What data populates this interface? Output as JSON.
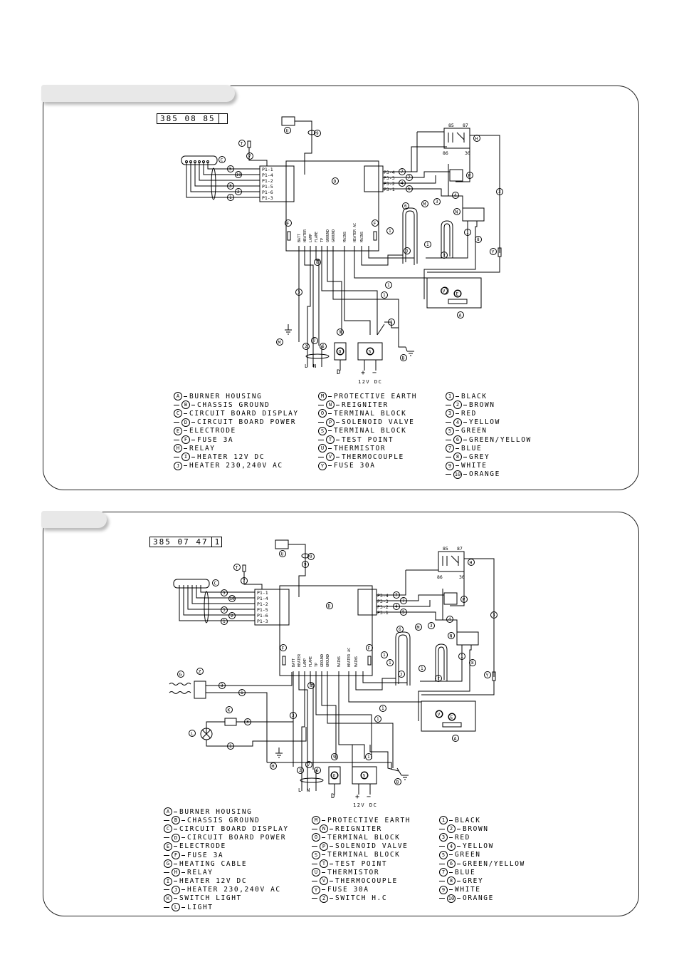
{
  "diagrams": [
    {
      "part_number": [
        "385 08 85",
        ""
      ],
      "components": [
        {
          "letter": "A",
          "label": "BURNER HOUSING"
        },
        {
          "letter": "B",
          "label": "CHASSIS GROUND"
        },
        {
          "letter": "C",
          "label": "CIRCUIT BOARD DISPLAY"
        },
        {
          "letter": "D",
          "label": "CIRCUIT BOARD POWER"
        },
        {
          "letter": "E",
          "label": "ELECTRODE"
        },
        {
          "letter": "F",
          "label": "FUSE 3A"
        },
        {
          "letter": "H",
          "label": "RELAY"
        },
        {
          "letter": "I",
          "label": "HEATER 12V DC"
        },
        {
          "letter": "J",
          "label": "HEATER 230,240V AC"
        }
      ],
      "components2": [
        {
          "letter": "M",
          "label": "PROTECTIVE EARTH"
        },
        {
          "letter": "N",
          "label": "REIGNITER"
        },
        {
          "letter": "O",
          "label": "TERMINAL BLOCK"
        },
        {
          "letter": "P",
          "label": "SOLENOID VALVE"
        },
        {
          "letter": "S",
          "label": "TERMINAL BLOCK"
        },
        {
          "letter": "T",
          "label": "TEST POINT"
        },
        {
          "letter": "U",
          "label": "THERMISTOR"
        },
        {
          "letter": "V",
          "label": "THERMOCOUPLE"
        },
        {
          "letter": "Y",
          "label": "FUSE 30A"
        }
      ],
      "colors": [
        {
          "num": "1",
          "label": "BLACK"
        },
        {
          "num": "2",
          "label": "BROWN"
        },
        {
          "num": "3",
          "label": "RED"
        },
        {
          "num": "4",
          "label": "YELLOW"
        },
        {
          "num": "5",
          "label": "GREEN"
        },
        {
          "num": "6",
          "label": "GREEN/YELLOW"
        },
        {
          "num": "7",
          "label": "BLUE"
        },
        {
          "num": "8",
          "label": "GREY"
        },
        {
          "num": "9",
          "label": "WHITE"
        },
        {
          "num": "10",
          "label": "ORANGE"
        }
      ],
      "connectors_p1": [
        "P1-1",
        "P1-4",
        "P1-2",
        "P1-5",
        "P1-6",
        "P1-3"
      ],
      "connectors_p3": [
        "P3-4",
        "P3-3",
        "P3-2",
        "P3-1"
      ],
      "relay_pins": [
        "85",
        "87",
        "86",
        "30"
      ],
      "board_terminals": [
        "BATT",
        "HEATER",
        "LAMP",
        "FLAME",
        "TP",
        "GROUND",
        "GROUND",
        "MAINS",
        "HEATER AC",
        "MAINS"
      ],
      "supply_label": "12V DC",
      "plus": "+",
      "minus": "−",
      "ac_L": "L",
      "ac_N": "N"
    },
    {
      "part_number": [
        "385 07 47",
        "1"
      ],
      "components": [
        {
          "letter": "A",
          "label": "BURNER HOUSING"
        },
        {
          "letter": "B",
          "label": "CHASSIS GROUND"
        },
        {
          "letter": "C",
          "label": "CIRCUIT BOARD DISPLAY"
        },
        {
          "letter": "D",
          "label": "CIRCUIT BOARD POWER"
        },
        {
          "letter": "E",
          "label": "ELECTRODE"
        },
        {
          "letter": "F",
          "label": "FUSE 3A"
        },
        {
          "letter": "G",
          "label": "HEATING CABLE"
        },
        {
          "letter": "H",
          "label": "RELAY"
        },
        {
          "letter": "I",
          "label": "HEATER 12V DC"
        },
        {
          "letter": "J",
          "label": "HEATER 230,240V AC"
        },
        {
          "letter": "K",
          "label": "SWITCH LIGHT"
        },
        {
          "letter": "L",
          "label": "LIGHT"
        }
      ],
      "components2": [
        {
          "letter": "M",
          "label": "PROTECTIVE EARTH"
        },
        {
          "letter": "N",
          "label": "REIGNITER"
        },
        {
          "letter": "O",
          "label": "TERMINAL BLOCK"
        },
        {
          "letter": "P",
          "label": "SOLENOID VALVE"
        },
        {
          "letter": "S",
          "label": "TERMINAL BLOCK"
        },
        {
          "letter": "T",
          "label": "TEST POINT"
        },
        {
          "letter": "U",
          "label": "THERMISTOR"
        },
        {
          "letter": "V",
          "label": "THERMOCOUPLE"
        },
        {
          "letter": "Y",
          "label": "FUSE 30A"
        },
        {
          "letter": "Z",
          "label": "SWITCH H.C"
        }
      ],
      "colors": [
        {
          "num": "1",
          "label": "BLACK"
        },
        {
          "num": "2",
          "label": "BROWN"
        },
        {
          "num": "3",
          "label": "RED"
        },
        {
          "num": "4",
          "label": "YELLOW"
        },
        {
          "num": "5",
          "label": "GREEN"
        },
        {
          "num": "6",
          "label": "GREEN/YELLOW"
        },
        {
          "num": "7",
          "label": "BLUE"
        },
        {
          "num": "8",
          "label": "GREY"
        },
        {
          "num": "9",
          "label": "WHITE"
        },
        {
          "num": "10",
          "label": "ORANGE"
        }
      ],
      "connectors_p1": [
        "P1-1",
        "P1-4",
        "P1-2",
        "P1-5",
        "P1-6",
        "P1-3"
      ],
      "connectors_p3": [
        "P3-4",
        "P3-3",
        "P3-2",
        "P3-1"
      ],
      "relay_pins": [
        "85",
        "87",
        "86",
        "30"
      ],
      "board_terminals": [
        "BATT",
        "HEATER",
        "LAMP",
        "FLAME",
        "TP",
        "GROUND",
        "GROUND",
        "MAINS",
        "HEATER AC",
        "MAINS"
      ],
      "supply_label": "12V DC",
      "plus": "+",
      "minus": "−",
      "ac_L": "L",
      "ac_N": "N"
    }
  ]
}
